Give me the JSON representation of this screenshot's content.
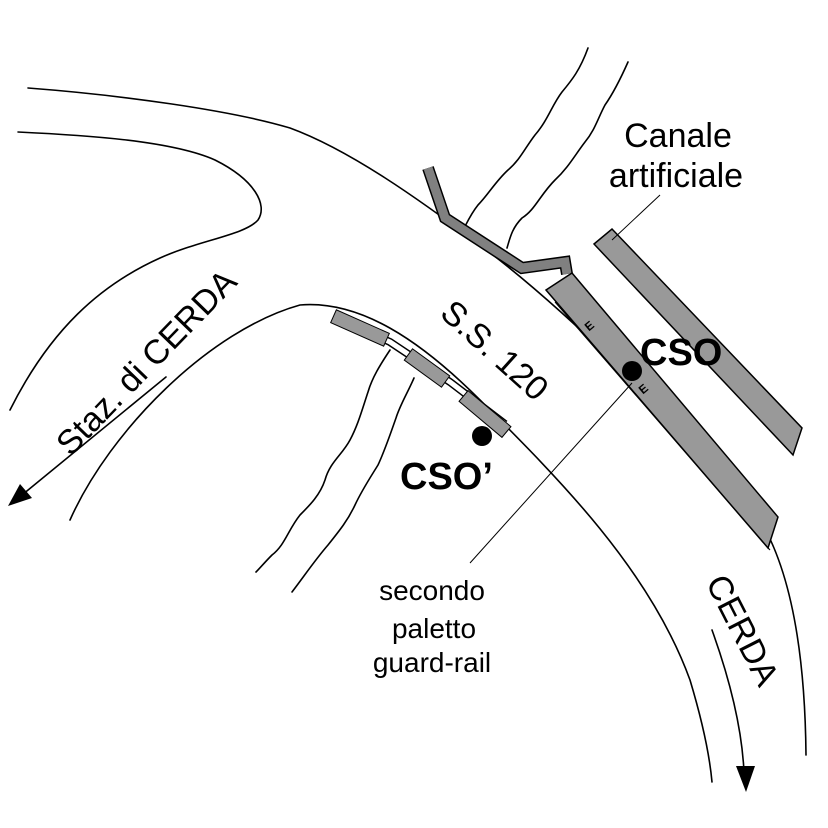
{
  "labels": {
    "canal": [
      "Canale",
      "artificiale"
    ],
    "road": "S.S. 120",
    "cso": "CSO",
    "cso_prime": "CSO’",
    "station": "Staz. di CERDA",
    "destination": "CERDA",
    "pole_note": [
      "secondo",
      "paletto",
      "guard-rail"
    ],
    "marks": [
      "E",
      "E"
    ]
  },
  "colors": {
    "line": "#000000",
    "grey_fill": "#999999",
    "pipe": "#808080",
    "background": "#ffffff"
  }
}
